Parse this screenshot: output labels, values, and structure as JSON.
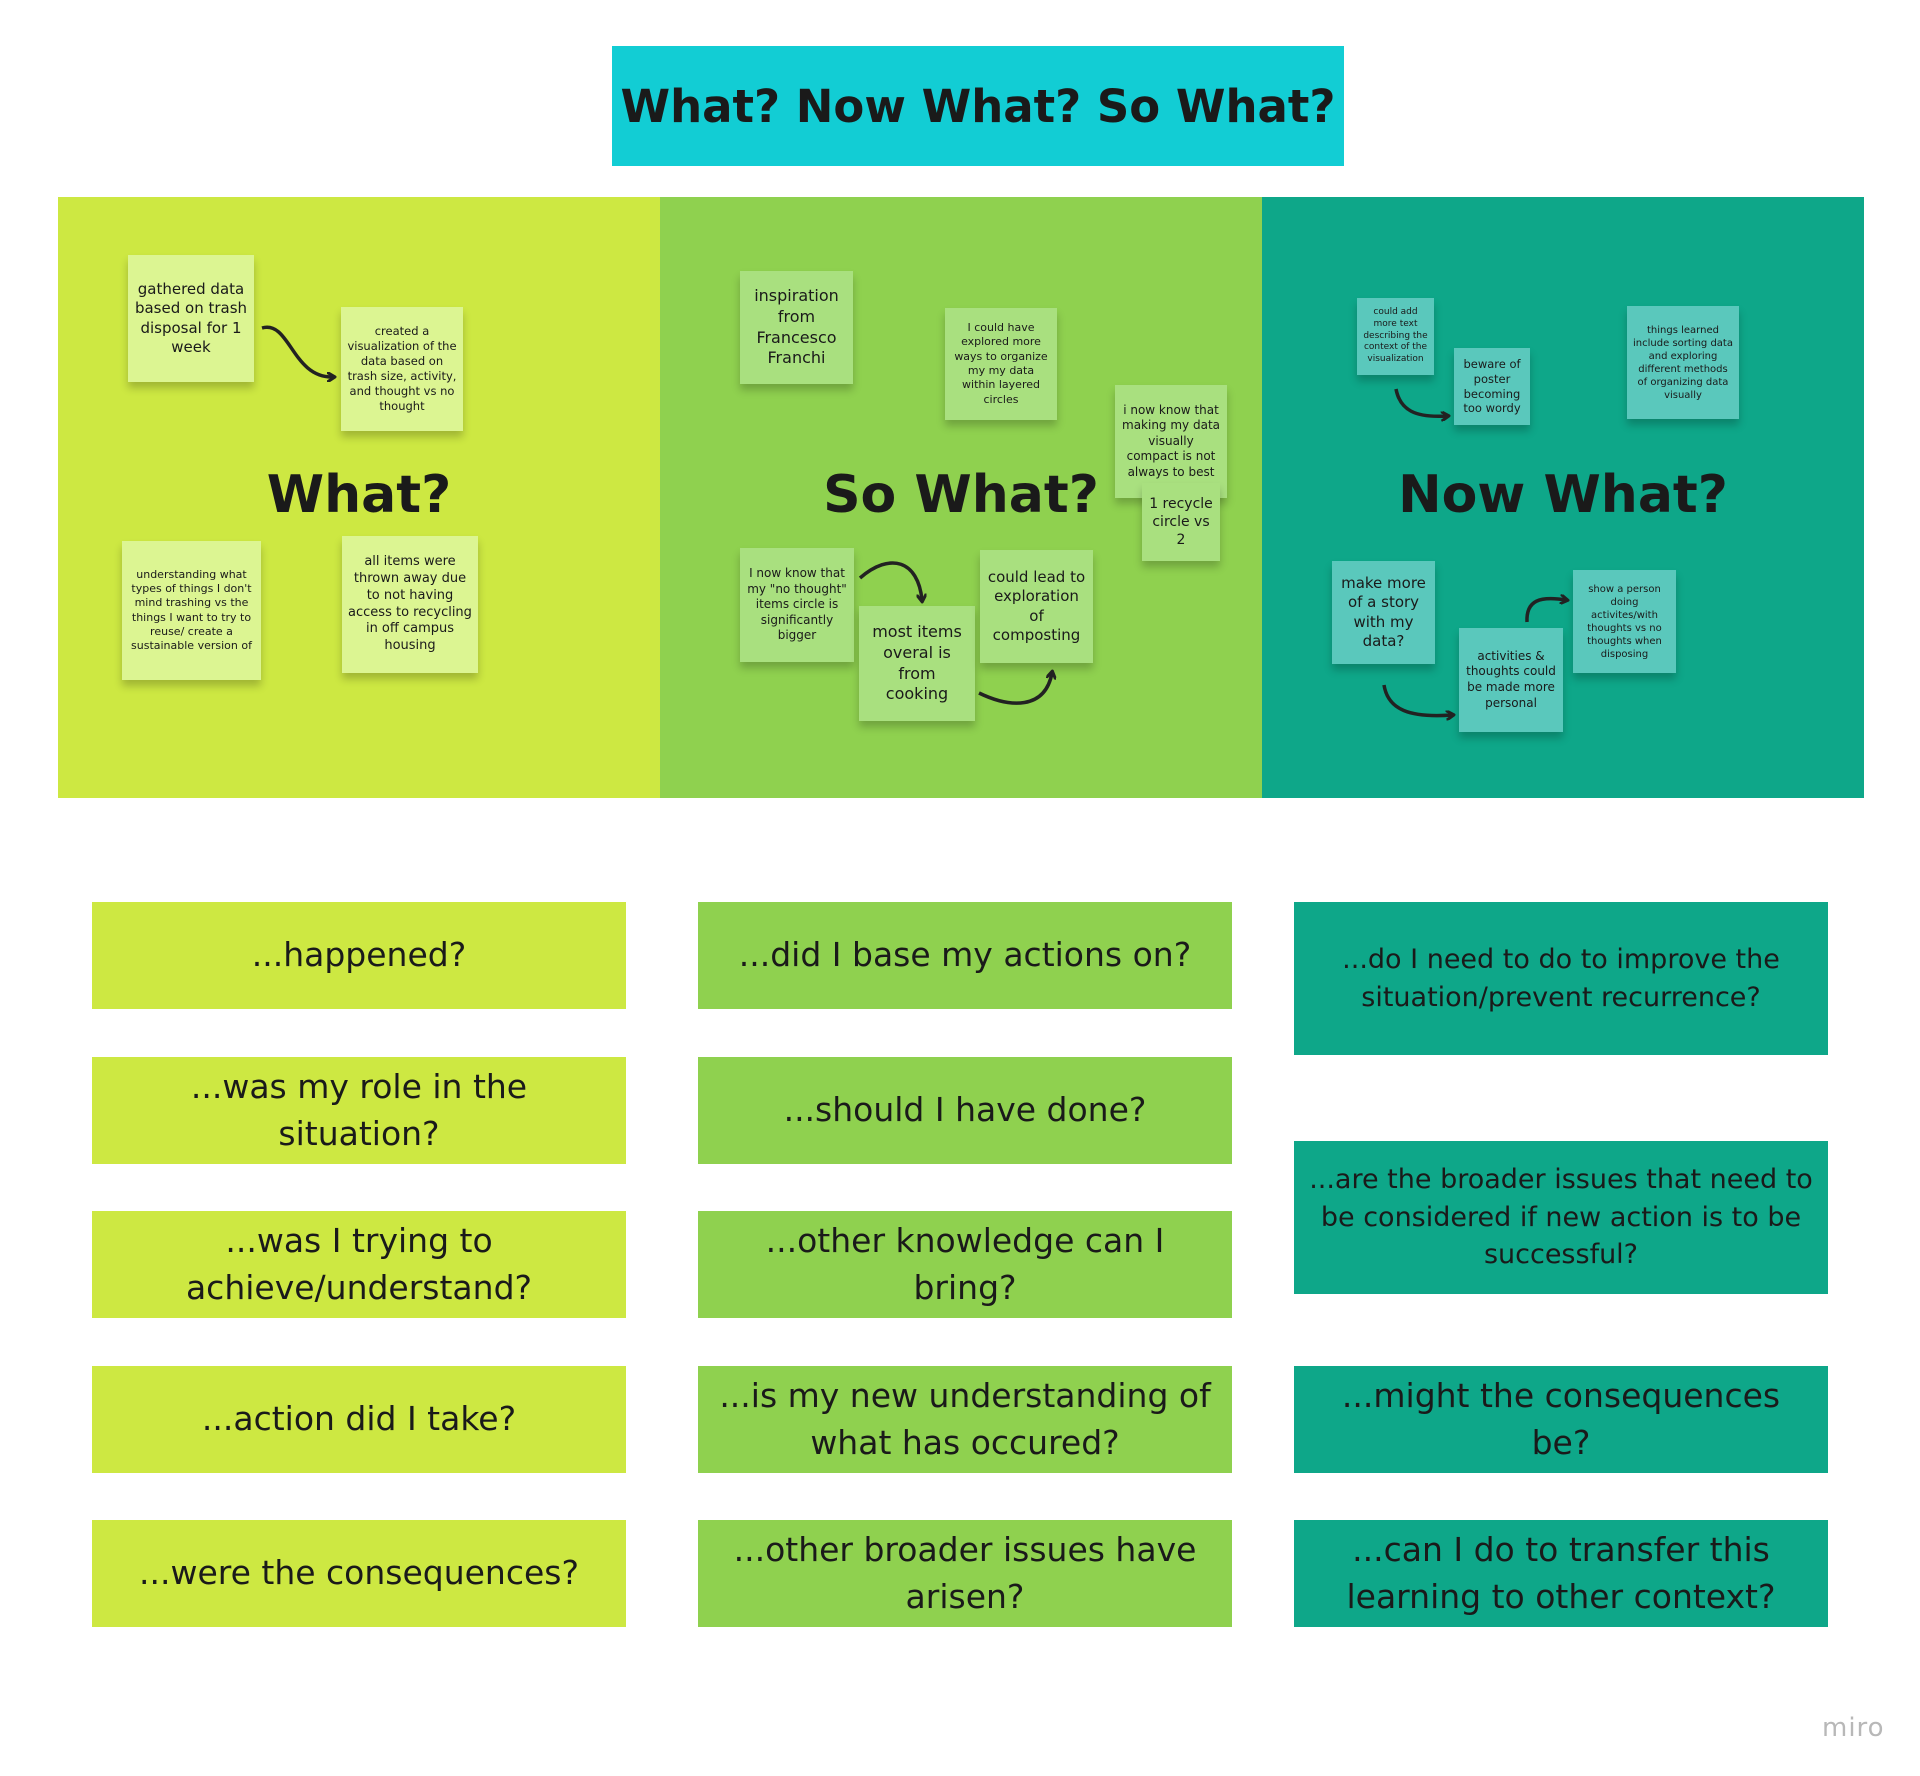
{
  "title": "What? Now What? So What?",
  "panels": {
    "what": {
      "heading": "What?",
      "stickies": [
        "gathered data based on trash disposal for 1 week",
        "created a visualization of the data based on trash size, activity, and thought vs no thought",
        "understanding what types of things I don't mind trashing vs the things I want to try to reuse/ create a sustainable version of",
        "all items were thrown away due to not having access to recycling in off campus housing"
      ]
    },
    "so_what": {
      "heading": "So What?",
      "stickies": [
        "inspiration from Francesco Franchi",
        "I could have explored more ways to organize my  my data within layered circles",
        "i now know that making my data visually compact is not always to best",
        "1 recycle circle vs 2",
        "I now know that my \"no thought\" items circle is significantly bigger",
        "most items overal is from cooking",
        "could lead to exploration of composting"
      ]
    },
    "now_what": {
      "heading": "Now What?",
      "stickies": [
        "could add more text describing the context of the visualization",
        "beware of poster becoming too wordy",
        "things learned include sorting data and exploring different methods of organizing data visually",
        "make more of a story with my data?",
        "activities & thoughts could be made more personal",
        "show a person doing activites/with thoughts vs no thoughts when disposing"
      ]
    }
  },
  "questions": {
    "what": [
      "...happened?",
      "...was my role in the situation?",
      "...was I trying to achieve/understand?",
      "...action did I take?",
      "...were the consequences?"
    ],
    "so_what": [
      "...did I base my actions on?",
      "...should I have done?",
      "...other knowledge can I bring?",
      "...is my new understanding of what has occured?",
      "...other broader issues have arisen?"
    ],
    "now_what": [
      "...do I need to do to improve the situation/prevent recurrence?",
      "...are the broader issues that need to be considered if new action is to be successful?",
      "...might the consequences be?",
      "...can I do to transfer this learning to other context?"
    ]
  },
  "watermark": "miro",
  "colors": {
    "title_bg": "#12cdd4",
    "what": "#cde842",
    "so_what": "#8fd14f",
    "now_what": "#0ea789"
  }
}
